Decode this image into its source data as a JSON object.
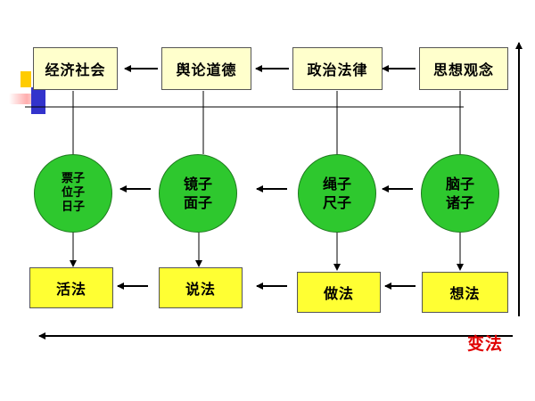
{
  "top_row": [
    {
      "label": "经济社会"
    },
    {
      "label": "舆论道德"
    },
    {
      "label": "政治法律"
    },
    {
      "label": "思想观念"
    }
  ],
  "circles": [
    {
      "lines": [
        "票子",
        "位子",
        "日子"
      ]
    },
    {
      "lines": [
        "镜子",
        "面子"
      ]
    },
    {
      "lines": [
        "绳子",
        "尺子"
      ]
    },
    {
      "lines": [
        "脑子",
        "诸子"
      ]
    }
  ],
  "bottom_row": [
    {
      "label": "活法"
    },
    {
      "label": "说法"
    },
    {
      "label": "做法"
    },
    {
      "label": "想法"
    }
  ],
  "footer": {
    "change_label": "变法"
  },
  "colors": {
    "top_fill": "#ffffcc",
    "circle_fill": "#2ec82e",
    "bottom_fill": "#ffff33",
    "accent_red": "#e00000",
    "deco_blue": "#3333cc",
    "deco_yellow": "#ffcc00"
  }
}
